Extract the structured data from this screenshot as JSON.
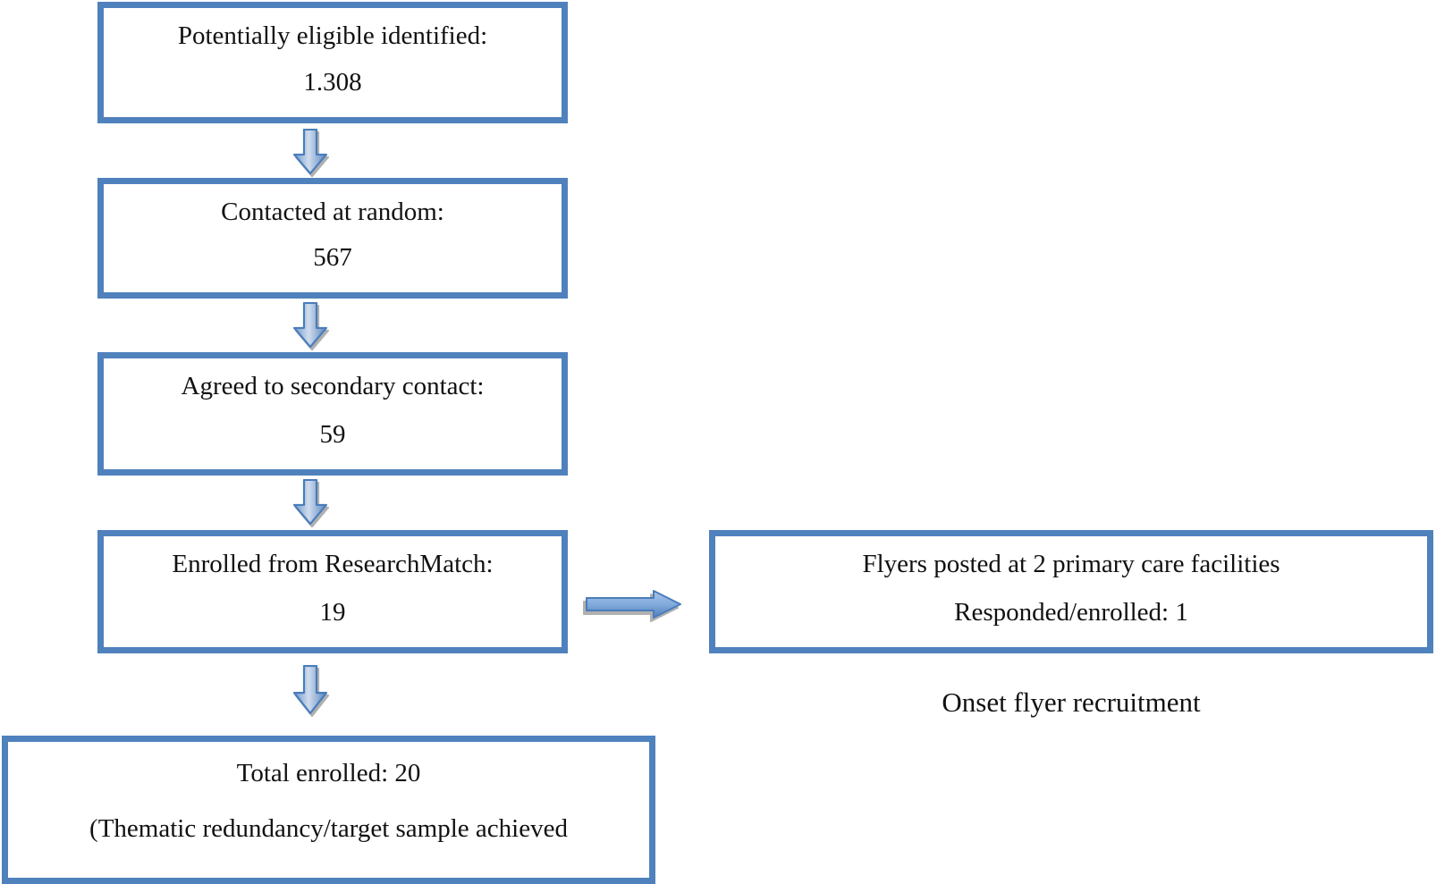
{
  "diagram": {
    "type": "flowchart",
    "boxes": [
      {
        "id": "potentially-eligible",
        "line1": "Potentially eligible identified:",
        "line2": "1.308"
      },
      {
        "id": "contacted-random",
        "line1": "Contacted at random:",
        "line2": "567"
      },
      {
        "id": "agreed-secondary",
        "line1": "Agreed to secondary contact:",
        "line2": "59"
      },
      {
        "id": "enrolled-researchmatch",
        "line1": "Enrolled from ResearchMatch:",
        "line2": "19"
      },
      {
        "id": "flyers-posted",
        "line1": "Flyers posted at 2 primary care facilities",
        "line2": "Responded/enrolled: 1"
      },
      {
        "id": "total-enrolled",
        "line1": "Total enrolled: 20",
        "line2": "(Thematic redundancy/target sample achieved"
      }
    ],
    "caption": "Onset flyer recruitment",
    "connectors": [
      {
        "from": "potentially-eligible",
        "to": "contacted-random",
        "direction": "down"
      },
      {
        "from": "contacted-random",
        "to": "agreed-secondary",
        "direction": "down"
      },
      {
        "from": "agreed-secondary",
        "to": "enrolled-researchmatch",
        "direction": "down"
      },
      {
        "from": "enrolled-researchmatch",
        "to": "flyers-posted",
        "direction": "right"
      },
      {
        "from": "enrolled-researchmatch",
        "to": "total-enrolled",
        "direction": "down"
      }
    ],
    "colors": {
      "box_border": "#4f81bd",
      "arrow_stroke": "#4a7dbb",
      "arrow_fill_light": "#cfdcee",
      "arrow_fill_dark": "#5c86bd",
      "shadow": "#969696",
      "text": "#111111",
      "background": "#ffffff"
    }
  }
}
